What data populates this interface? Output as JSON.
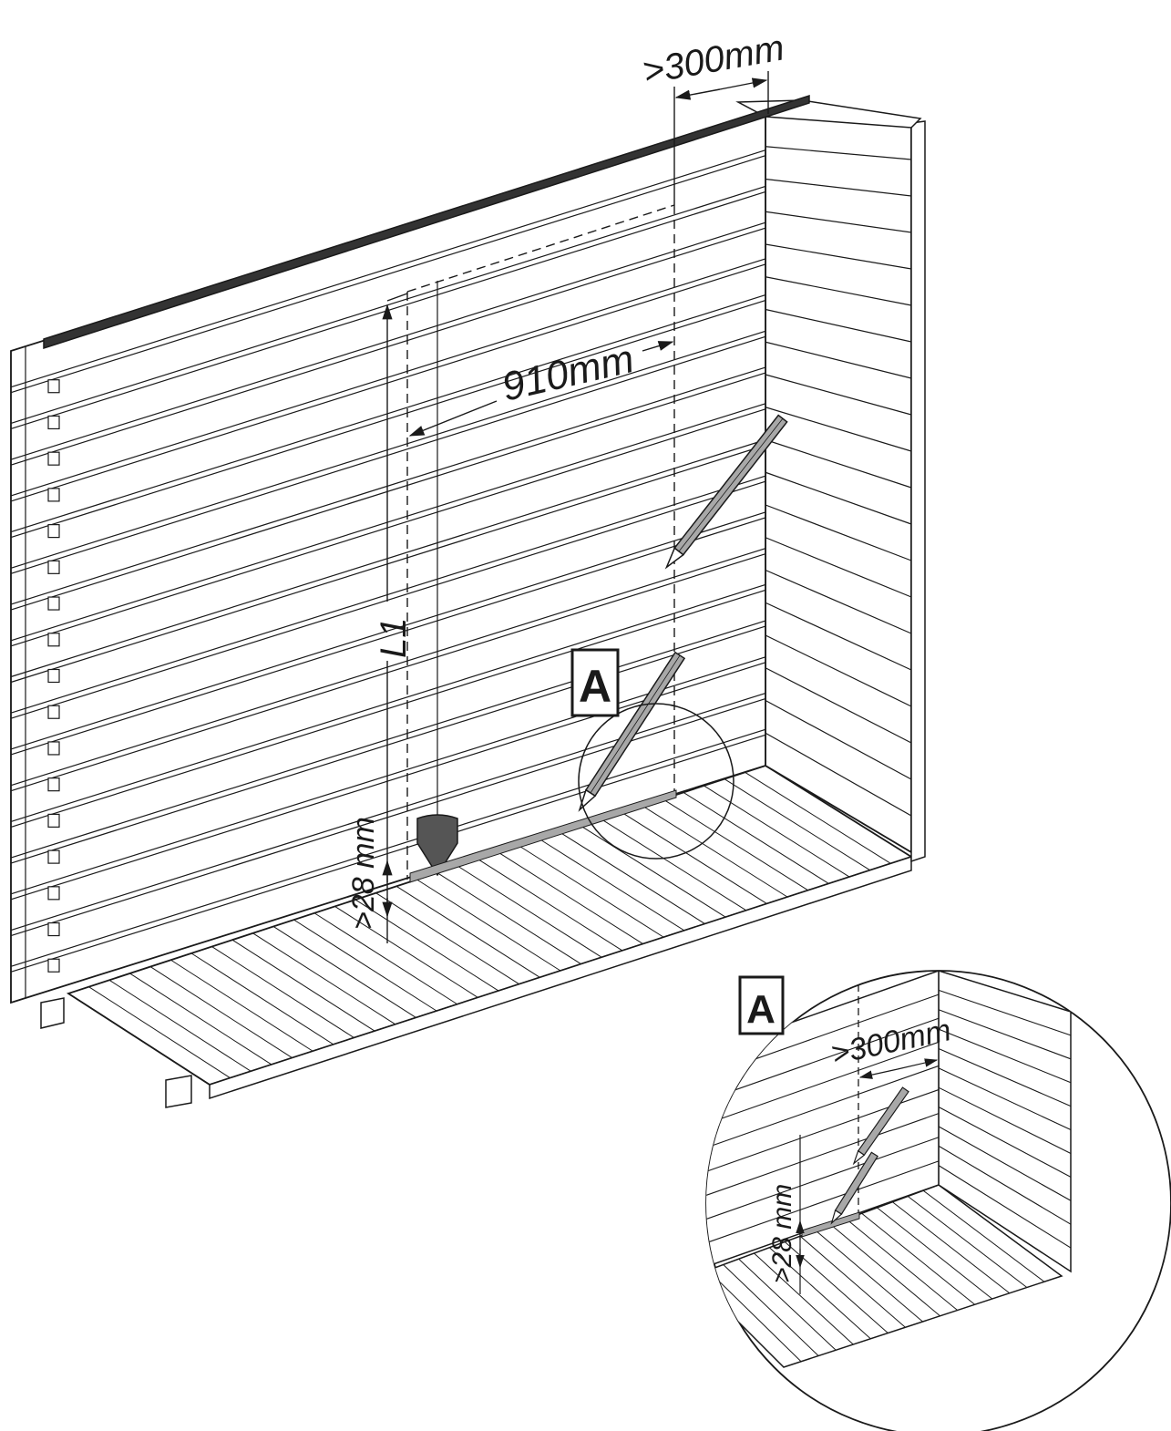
{
  "labels": {
    "top_gap": ">300mm",
    "width": "910mm",
    "height": "L1",
    "bottom_gap": ">28 mm",
    "callout": "A"
  },
  "detail": {
    "callout": "A",
    "top_gap": ">300mm",
    "bottom_gap": ">28 mm"
  },
  "colors": {
    "line": "#1a1a1a",
    "marker": "#a8a8a8",
    "plumb": "#555555"
  },
  "icons": [
    "pencil-icon",
    "plumb-bob-icon"
  ]
}
